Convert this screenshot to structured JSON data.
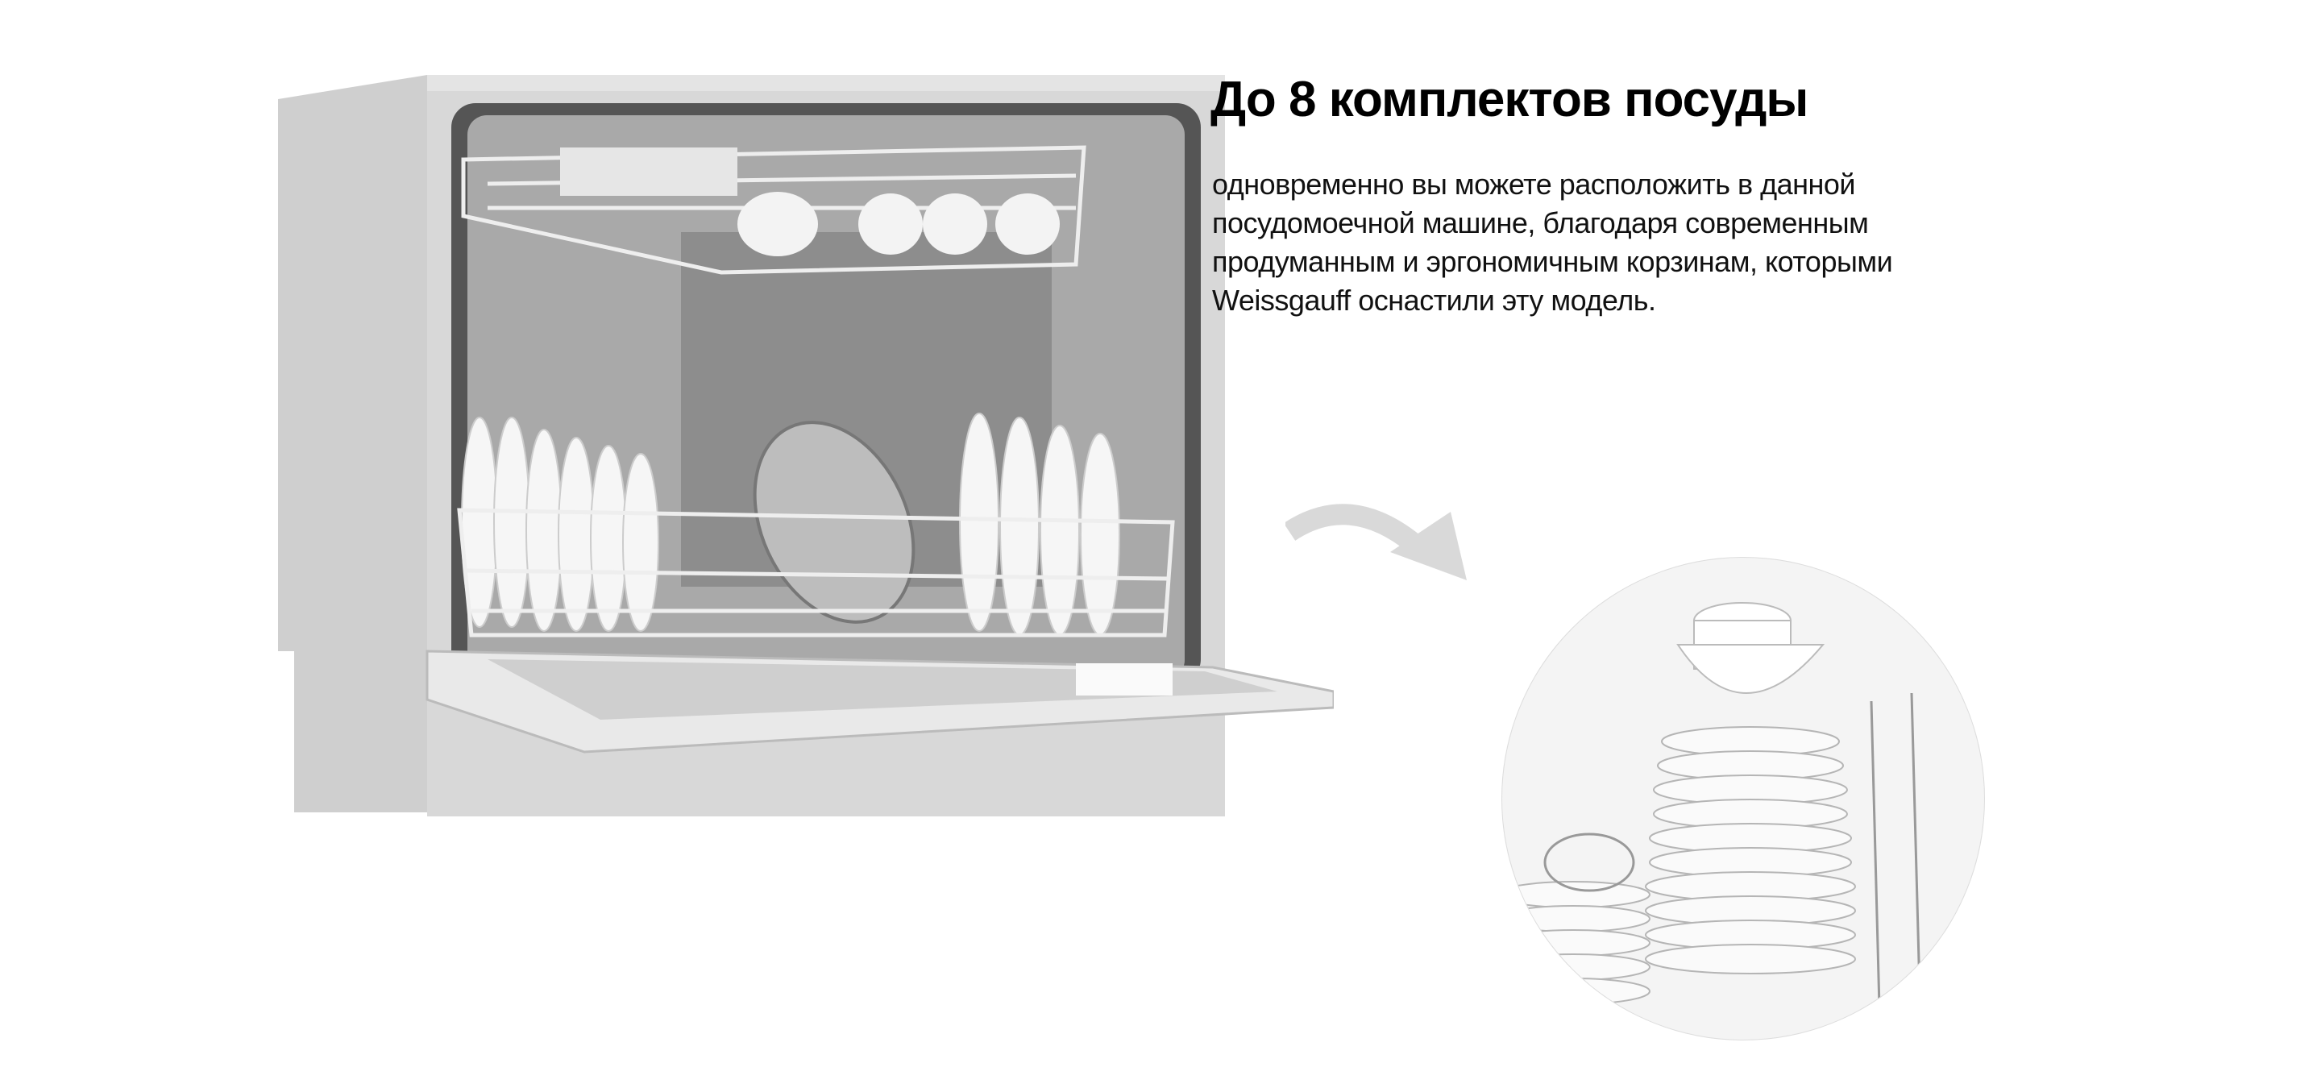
{
  "heading": "До 8 комплектов посуды",
  "description_lines": [
    "одновременно вы можете расположить в данной",
    "посудомоечной машине, благодаря современным",
    "продуманным и эргономичным корзинам, которыми",
    "Weissgauff оснастили эту модель."
  ],
  "images": {
    "product": "dishwasher-photo",
    "arrow": "curved-arrow-icon",
    "dishes": "stacked-dishes-photo"
  },
  "colors": {
    "text": "#000000",
    "arrow": "#d9d9d9",
    "appliance": "#c9c9c9"
  }
}
